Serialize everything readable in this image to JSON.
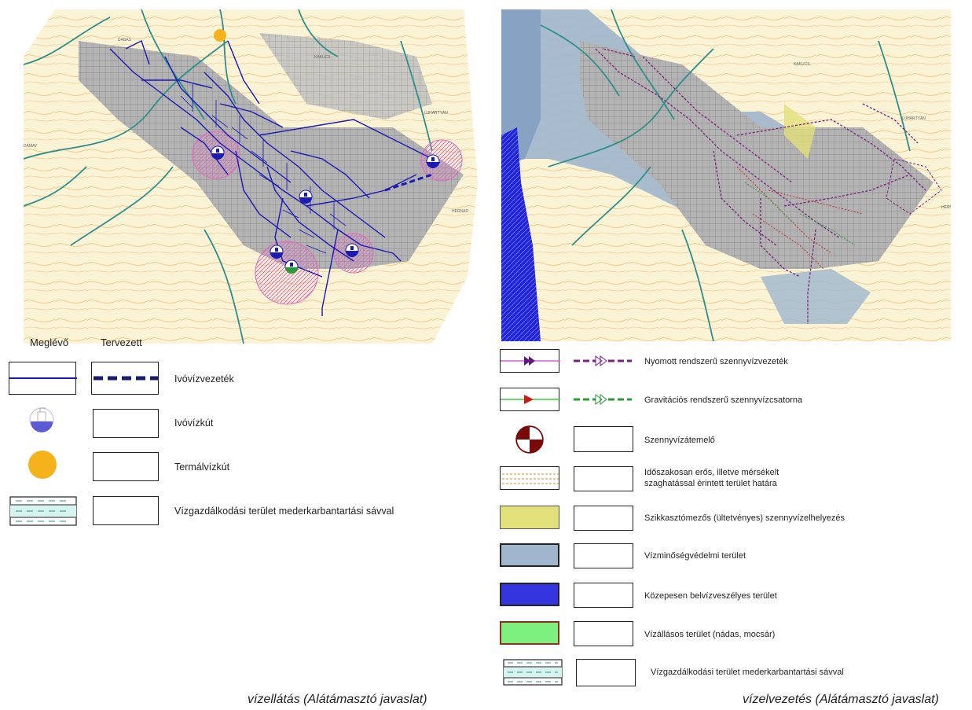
{
  "left_map": {
    "place_labels": [
      "KAKUCS",
      "DABAS",
      "DAMAY",
      "HERNÁD",
      "ÚJHARTYÁN"
    ]
  },
  "right_map": {
    "place_labels": [
      "KAKUCS",
      "ÚJHARTYÁN",
      "HERNÁD"
    ]
  },
  "left_legend": {
    "header_existing": "Meglévő",
    "header_planned": "Tervezett",
    "items": [
      {
        "label": "Ivóvízvezeték"
      },
      {
        "label": "Ivóvízkút"
      },
      {
        "label": "Termálvízkút"
      },
      {
        "label": "Vízgazdálkodási terület mederkarbantartási sávval"
      }
    ]
  },
  "right_legend": {
    "items": [
      {
        "label": "Nyomott rendszerű szennyvízvezeték"
      },
      {
        "label": "Gravitációs rendszerű szennyvízcsatorna"
      },
      {
        "label": "Szennyvízátemelő"
      },
      {
        "label": "Időszakosan erős, illetve mérsékelt\nszaghatással érintett terület határa"
      },
      {
        "label": "Szikkasztómezős (ültetvényes) szennyvízelhelyezés"
      },
      {
        "label": "Vízminőségvédelmi terület"
      },
      {
        "label": "Közepesen belvízveszélyes terület"
      },
      {
        "label": "Vízállásos terület (nádas, mocsár)"
      },
      {
        "label": "Vízgazdálkodási terület mederkarbantartási sávval"
      }
    ]
  },
  "colors": {
    "land": "#fbf3d6",
    "contour": "#f2c98a",
    "built": "#a9a9a9",
    "river": "#2e8f8a",
    "water_main": "#1a1ab4",
    "sewer_pressure": "#7a2080",
    "sewer_gravity": "#c03030",
    "protection": "#9fb6cc",
    "inland_water": "#2222dd",
    "thermal": "#f5b21b",
    "well_zone": "#e88ad0"
  },
  "icons": {
    "drinking_well": "drinking-water-well-icon",
    "thermal_well": "thermal-well-icon",
    "pump": "pumping-station-icon"
  },
  "captions": {
    "left": "vízellátás (Alátámasztó javaslat)",
    "right": "vízelvezetés (Alátámasztó javaslat)"
  }
}
